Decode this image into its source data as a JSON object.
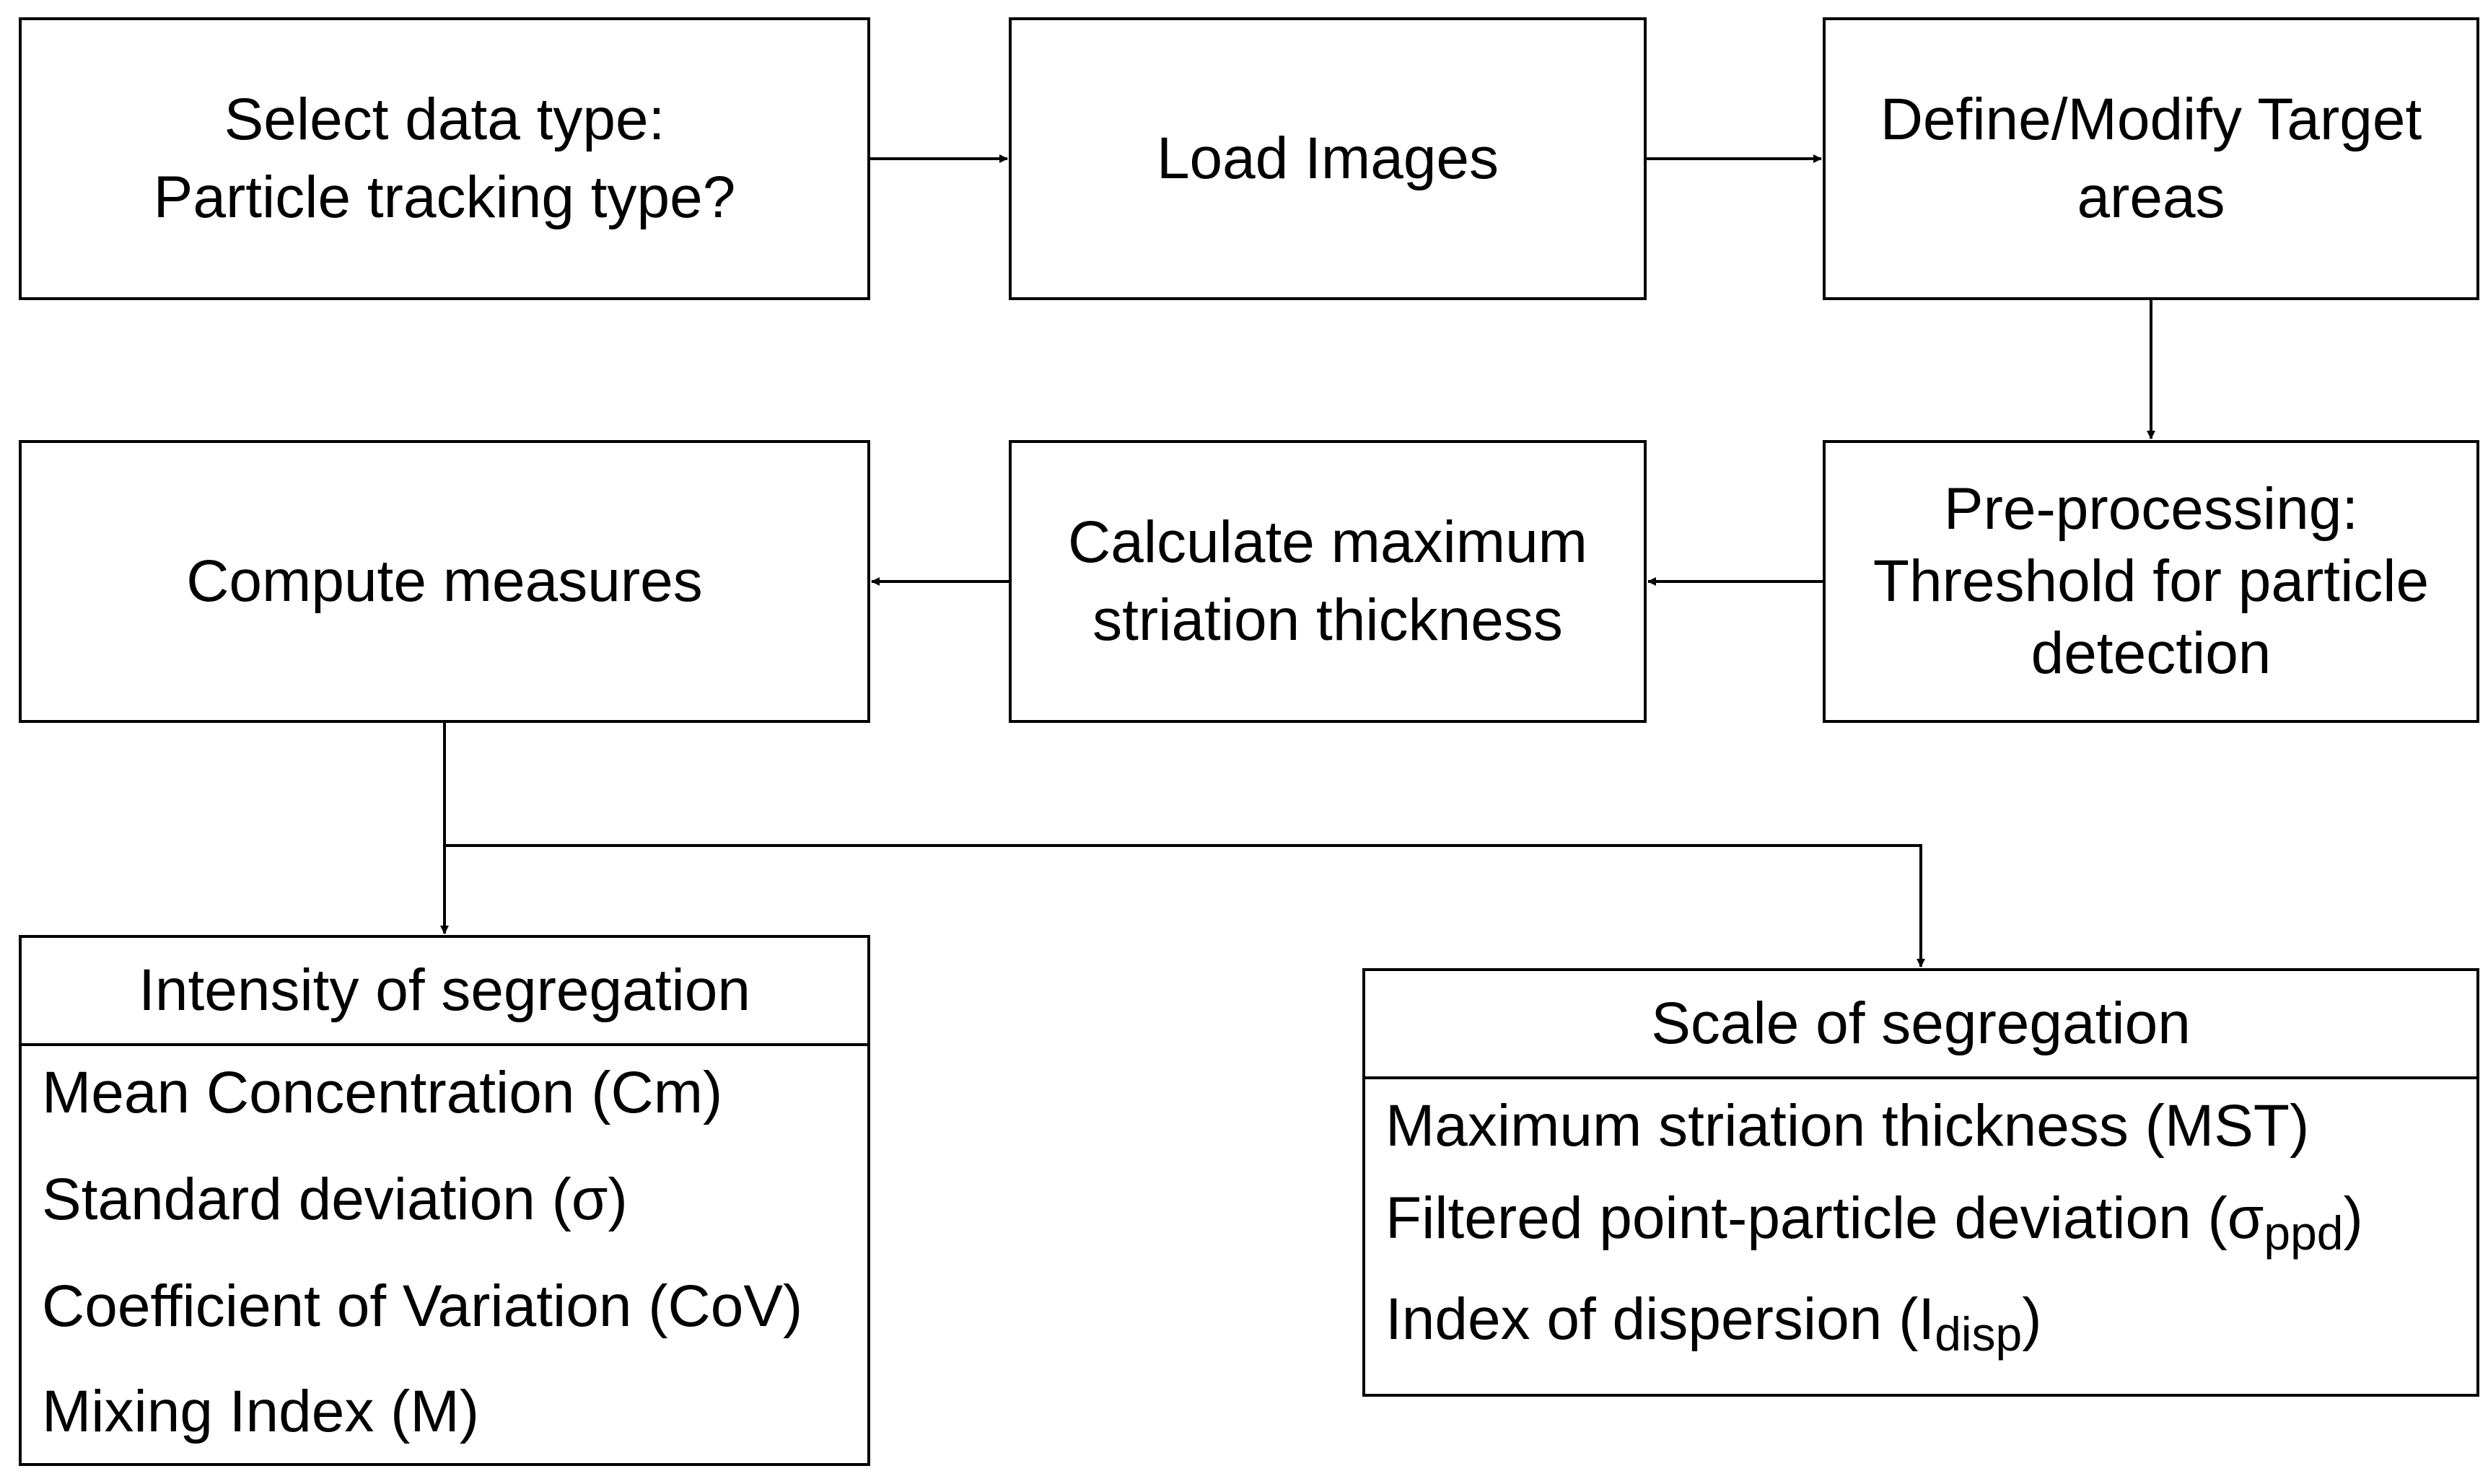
{
  "colors": {
    "stroke": "#000000",
    "background": "#ffffff"
  },
  "steps": {
    "select_data_type": {
      "lines": [
        "Select data type:",
        "Particle tracking type?"
      ]
    },
    "load_images": {
      "lines": [
        "Load Images"
      ]
    },
    "define_target": {
      "lines": [
        "Define/Modify Target",
        "areas"
      ]
    },
    "preprocessing": {
      "lines": [
        "Pre-processing:",
        "Threshold for particle",
        "detection"
      ]
    },
    "calc_mst": {
      "lines": [
        "Calculate maximum",
        "striation thickness"
      ]
    },
    "compute_measures": {
      "lines": [
        "Compute measures"
      ]
    }
  },
  "intensity": {
    "title": "Intensity of segregation",
    "items": [
      {
        "text": "Mean Concentration (Cm)"
      },
      {
        "text": "Standard deviation (σ)"
      },
      {
        "text": "Coefficient of Variation (CoV)"
      },
      {
        "text": "Mixing Index (M)"
      }
    ]
  },
  "scale": {
    "title": "Scale of segregation",
    "items": [
      {
        "text": "Maximum striation thickness (MST)"
      },
      {
        "text": "Filtered point-particle deviation (σ",
        "sub": "ppd",
        "suffix": ")"
      },
      {
        "text": "Index of dispersion (I",
        "sub": "disp",
        "suffix": ")"
      }
    ]
  }
}
